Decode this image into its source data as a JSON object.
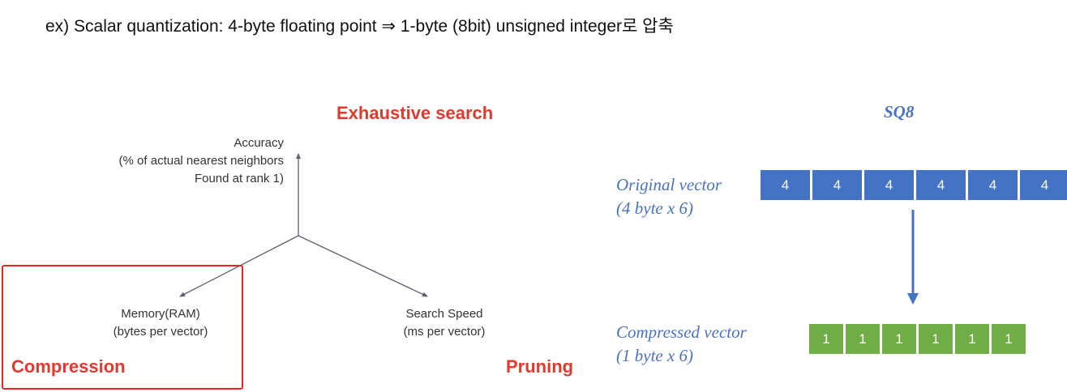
{
  "heading": "ex) Scalar quantization: 4-byte floating point ⇒ 1-byte (8bit) unsigned integer로 압축",
  "tradeoff_diagram": {
    "top_title": "Exhaustive search",
    "accuracy_label": [
      "Accuracy",
      "(% of actual nearest neighbors",
      "Found at rank 1)"
    ],
    "memory_label": [
      "Memory(RAM)",
      "(bytes per vector)"
    ],
    "speed_label": [
      "Search Speed",
      "(ms per vector)"
    ],
    "compression_title": "Compression",
    "pruning_title": "Pruning"
  },
  "sq8_diagram": {
    "title": "SQ8",
    "original_label": [
      "Original vector",
      "(4 byte x 6)"
    ],
    "original_cells": [
      "4",
      "4",
      "4",
      "4",
      "4",
      "4"
    ],
    "compressed_label": [
      "Compressed vector",
      "(1 byte x 6)"
    ],
    "compressed_cells": [
      "1",
      "1",
      "1",
      "1",
      "1",
      "1"
    ]
  },
  "colors": {
    "accent_red": "#e03a2f",
    "box_red": "#e32a22",
    "blue_text": "#4a72c2",
    "blue_cell": "#4472c4",
    "green_cell": "#70ad47",
    "axis": "#5b5f75"
  }
}
